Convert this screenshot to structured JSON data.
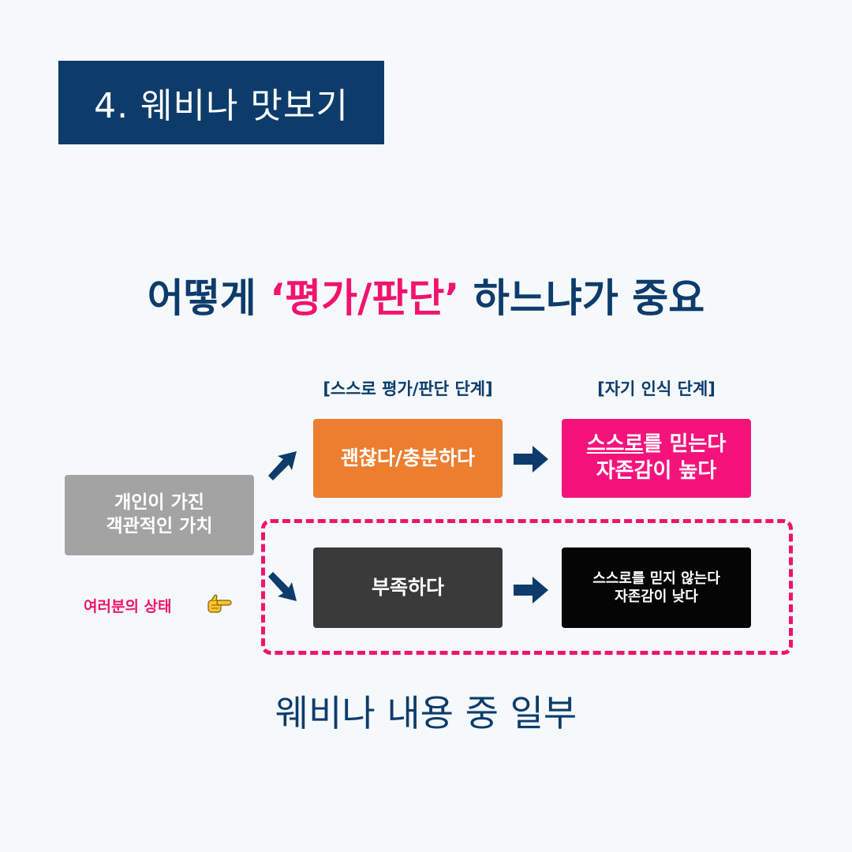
{
  "title": "4. 웨비나 맛보기",
  "headline": {
    "prefix": "어떻게 ",
    "highlight": "‘평가/판단’",
    "suffix": " 하느냐가 중요"
  },
  "stages": {
    "self_evaluation": "[스스로 평가/판단 단계]",
    "self_awareness": "[자기 인식 단계]"
  },
  "boxes": {
    "personal_value": [
      "개인이 가진",
      "객관적인 가치"
    ],
    "enough": "괜찮다/충분하다",
    "high_self_esteem_line1_underlined": "스스로",
    "high_self_esteem_line1_rest": "를 믿는다",
    "high_self_esteem_line2": "자존감이 높다",
    "lacking": "부족하다",
    "low_self_esteem": [
      "스스로를 믿지 않는다",
      "자존감이 낮다"
    ]
  },
  "state_label": "여러분의 상태",
  "footer": "웨비나 내용 중 일부",
  "colors": {
    "navy": "#0d3c6b",
    "pink": "#f2136e",
    "orange": "#ec7e30",
    "gray": "#a3a3a3",
    "dark": "#3a3a3a"
  },
  "icons": [
    "arrow-up-right-icon",
    "arrow-down-right-icon",
    "arrow-right-icon",
    "pointing-hand-icon"
  ]
}
